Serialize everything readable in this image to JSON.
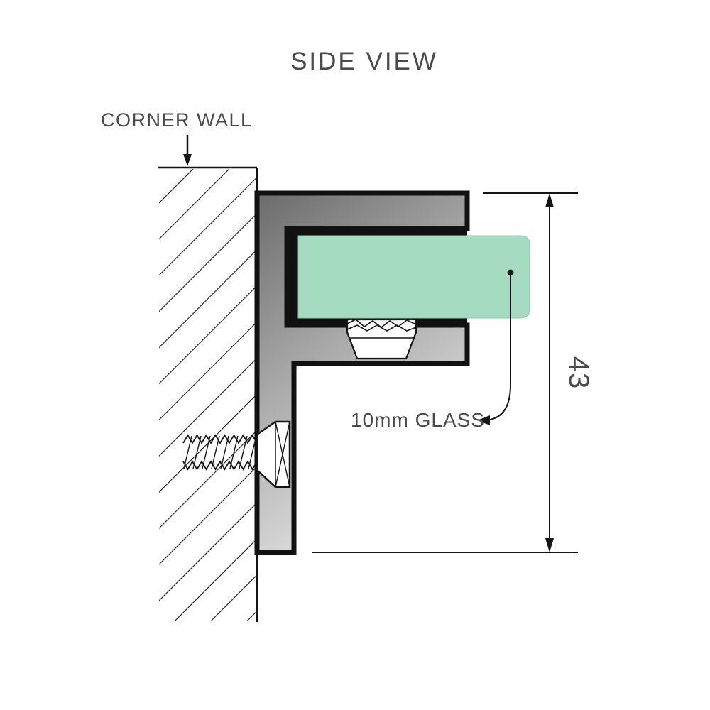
{
  "title": "SIDE VIEW",
  "labels": {
    "corner_wall": "CORNER WALL",
    "glass": "10mm GLASS",
    "dimension_value": "43"
  },
  "colors": {
    "glass_green": "#a5dcc1",
    "bracket_dark": "#6b6b6b",
    "bracket_mid": "#ababab",
    "bracket_light": "#e4e4e4",
    "line_black": "#141414",
    "text_gray": "#4a4a4a",
    "slot_black": "#111111",
    "white": "#ffffff"
  }
}
